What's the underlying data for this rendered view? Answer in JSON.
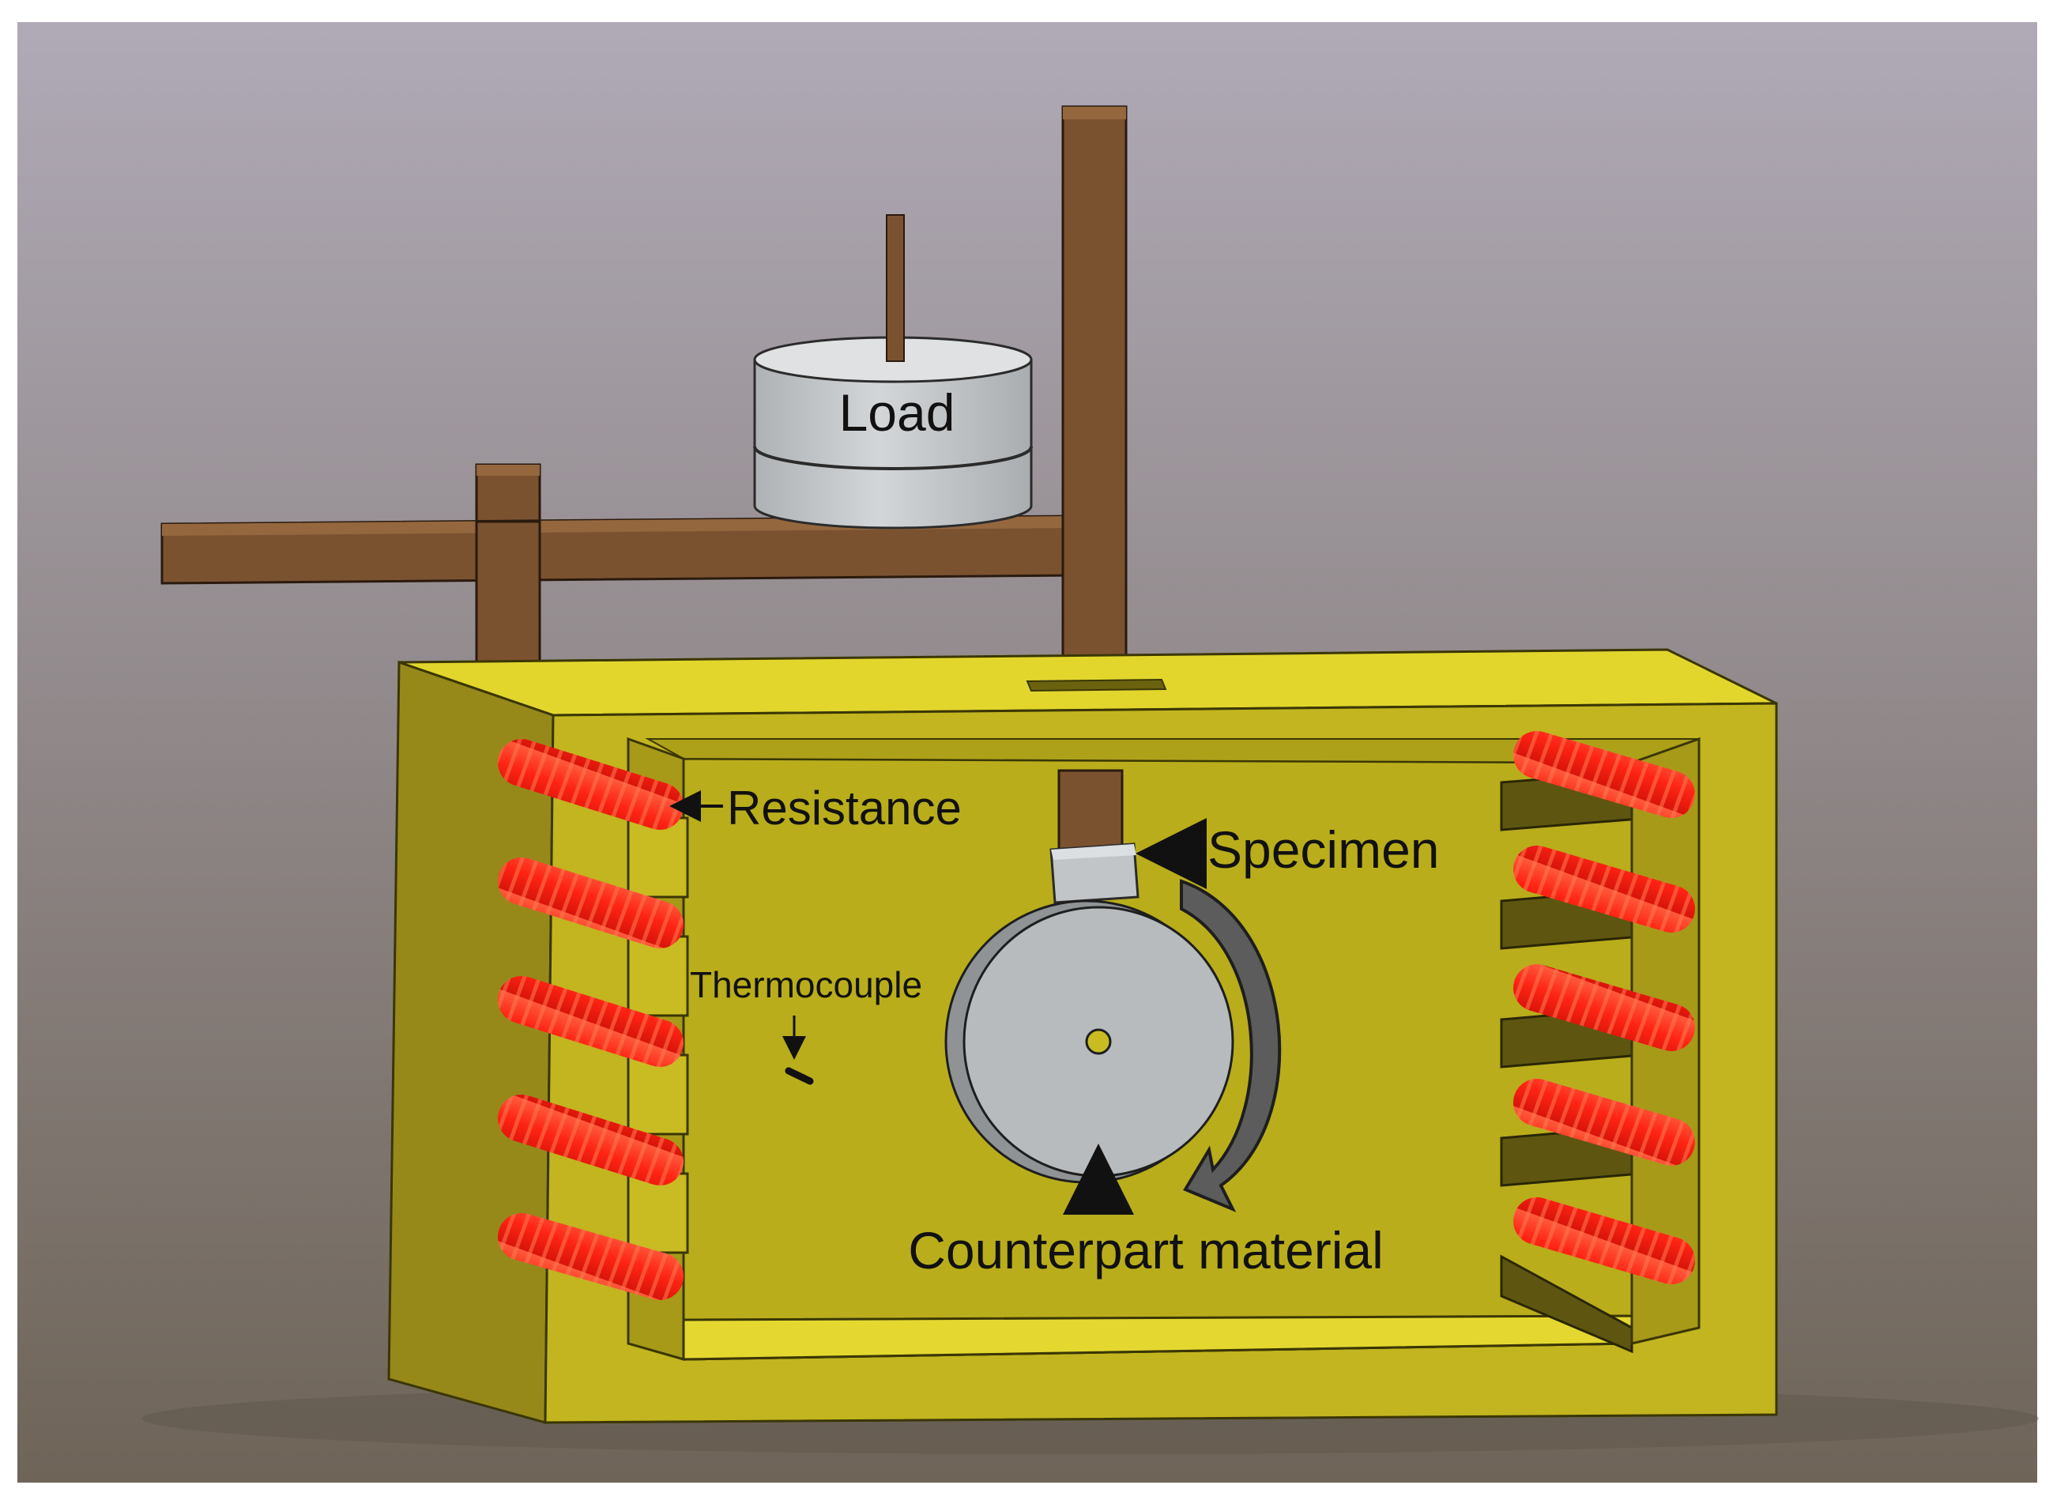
{
  "labels": {
    "load": "Load",
    "resistance": "Resistance",
    "specimen": "Specimen",
    "thermocouple": "Thermocouple",
    "counterpart": "Counterpart material"
  },
  "colors": {
    "background_top": "#b0aab7",
    "background_bottom": "#6e6458",
    "furnace_front": "#c2b51f",
    "furnace_inner": "#b8ac1c",
    "furnace_top": "#e2d62d",
    "furnace_side": "#96891a",
    "lever_wood": "#7b5230",
    "load_weight": "#c4c8cb",
    "heating_coil": "#ff2a16",
    "disc": "#b7bbbe",
    "arrow_gray": "#5c5c5c"
  },
  "icons": {
    "rotation": "curved-rotation-arrow",
    "pointer": "arrow-icon"
  }
}
